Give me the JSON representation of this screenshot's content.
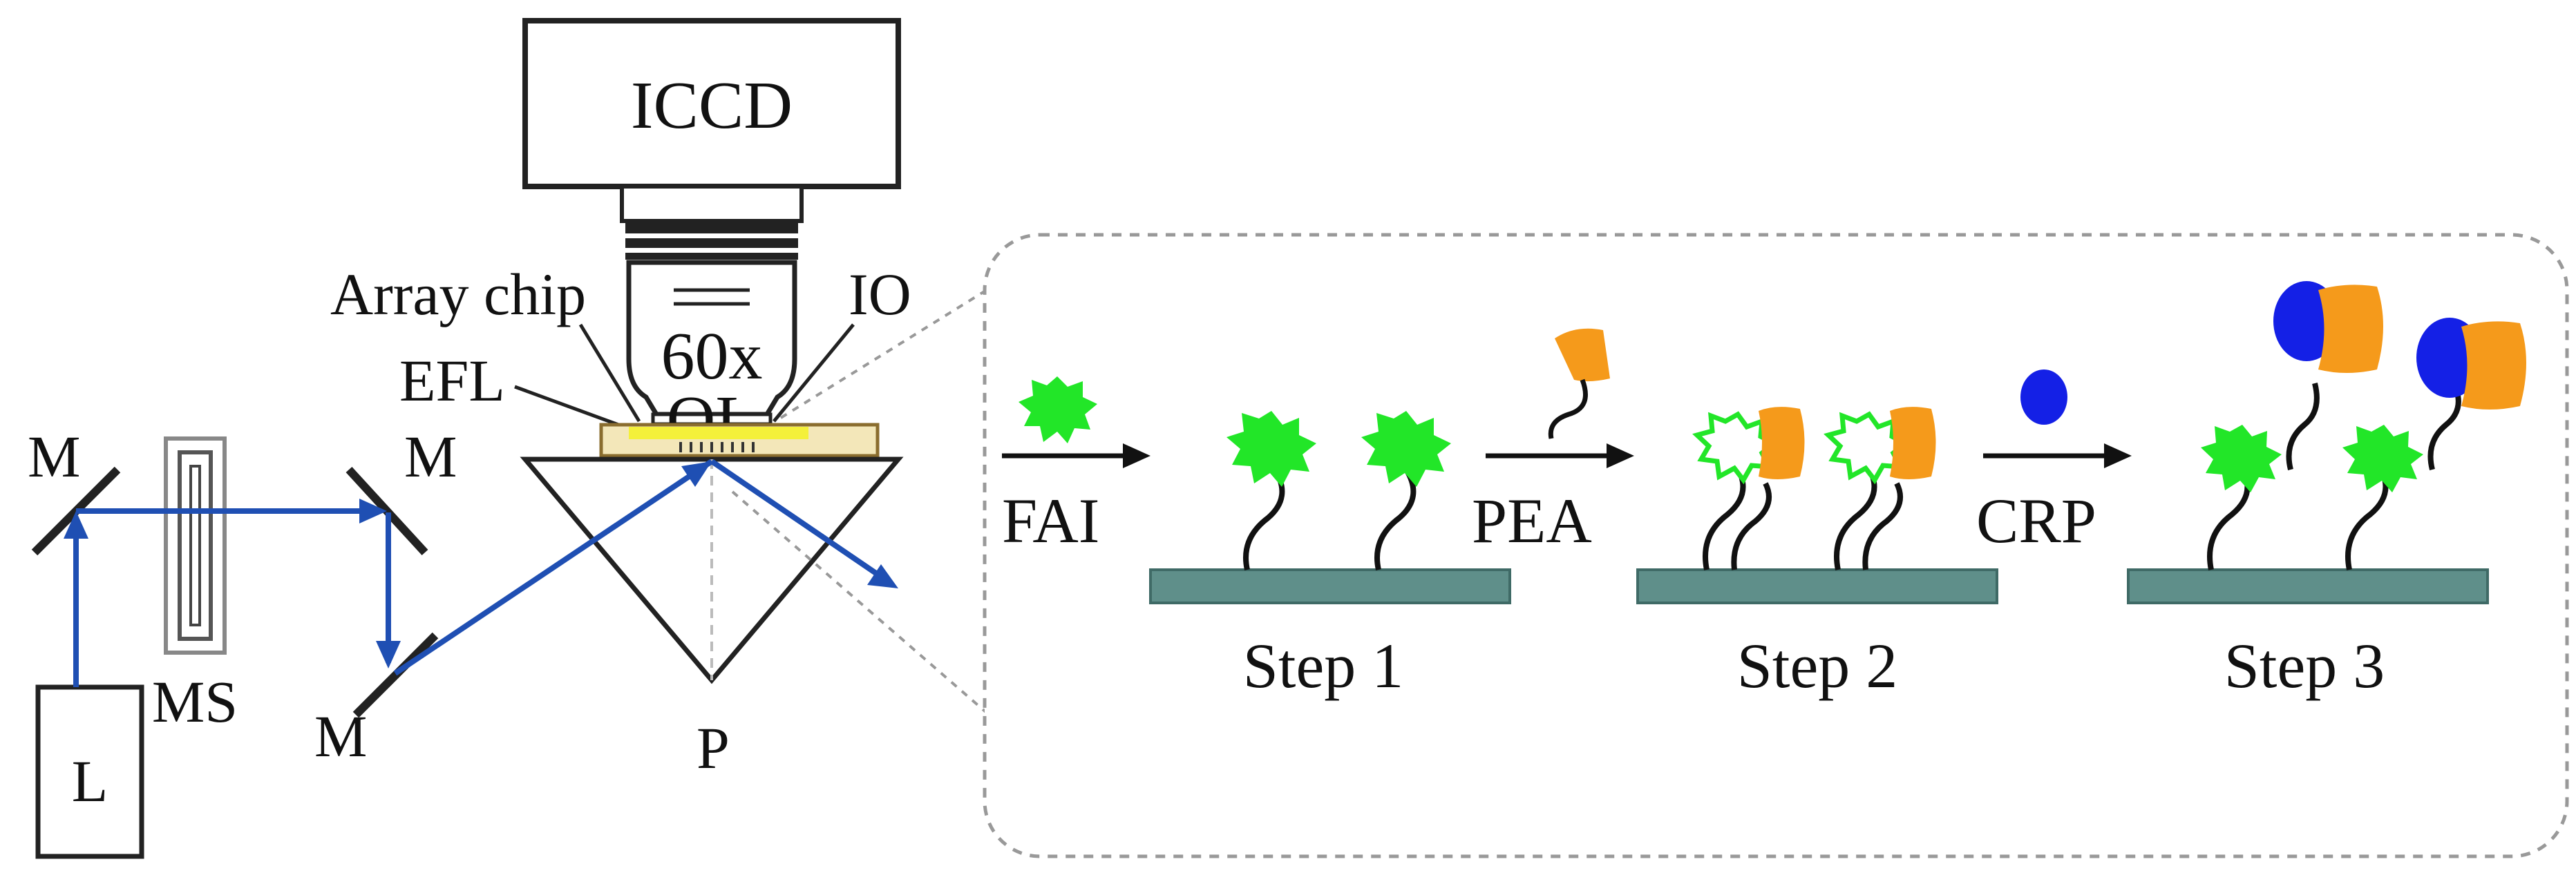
{
  "setup": {
    "camera": "ICCD",
    "objective_line1": "60x",
    "objective_line2": "OL",
    "array_chip": "Array chip",
    "io": "IO",
    "efl": "EFL",
    "mirror": "M",
    "modulator": "MS",
    "laser": "L",
    "prism": "P"
  },
  "process": {
    "reagents": [
      "FAI",
      "PEA",
      "CRP"
    ],
    "steps": [
      "Step 1",
      "Step 2",
      "Step 3"
    ]
  },
  "colors": {
    "beam": "#1f4fb3",
    "fluorophore": "#22e628",
    "aptamer_tag": "#f59a1b",
    "crp": "#1420e6",
    "chip": "#f4f03a",
    "substrate": "#5f8f8a"
  }
}
